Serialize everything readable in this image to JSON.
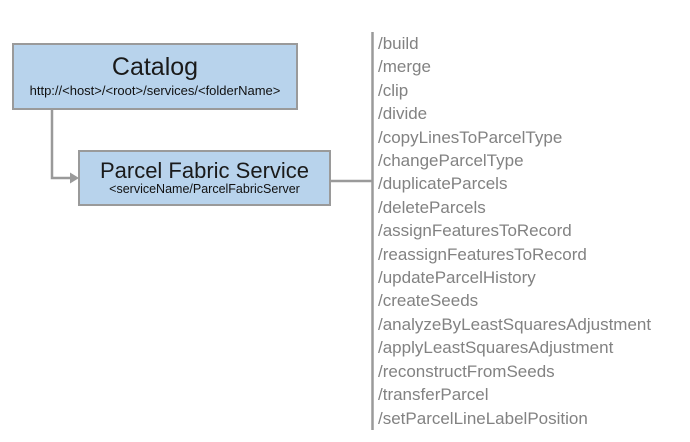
{
  "diagram": {
    "background_color": "#ffffff",
    "node_fill_color": "#b8d3ec",
    "node_border_color": "#9a9a9a",
    "connector_color": "#9a9a9a",
    "list_text_color": "#828282",
    "nodes": {
      "catalog": {
        "title": "Catalog",
        "subtitle": "http://<host>/<root>/services/<folderName>"
      },
      "service": {
        "title": "Parcel Fabric Service",
        "subtitle": "<serviceName/ParcelFabricServer"
      }
    },
    "operations": [
      "/build",
      "/merge",
      "/clip",
      "/divide",
      "/copyLinesToParcelType",
      "/changeParcelType",
      "/duplicateParcels",
      "/deleteParcels",
      "/assignFeaturesToRecord",
      "/reassignFeaturesToRecord",
      "/updateParcelHistory",
      "/createSeeds",
      "/analyzeByLeastSquaresAdjustment",
      "/applyLeastSquaresAdjustment",
      "/reconstructFromSeeds",
      "/transferParcel",
      "/setParcelLineLabelPosition"
    ]
  }
}
